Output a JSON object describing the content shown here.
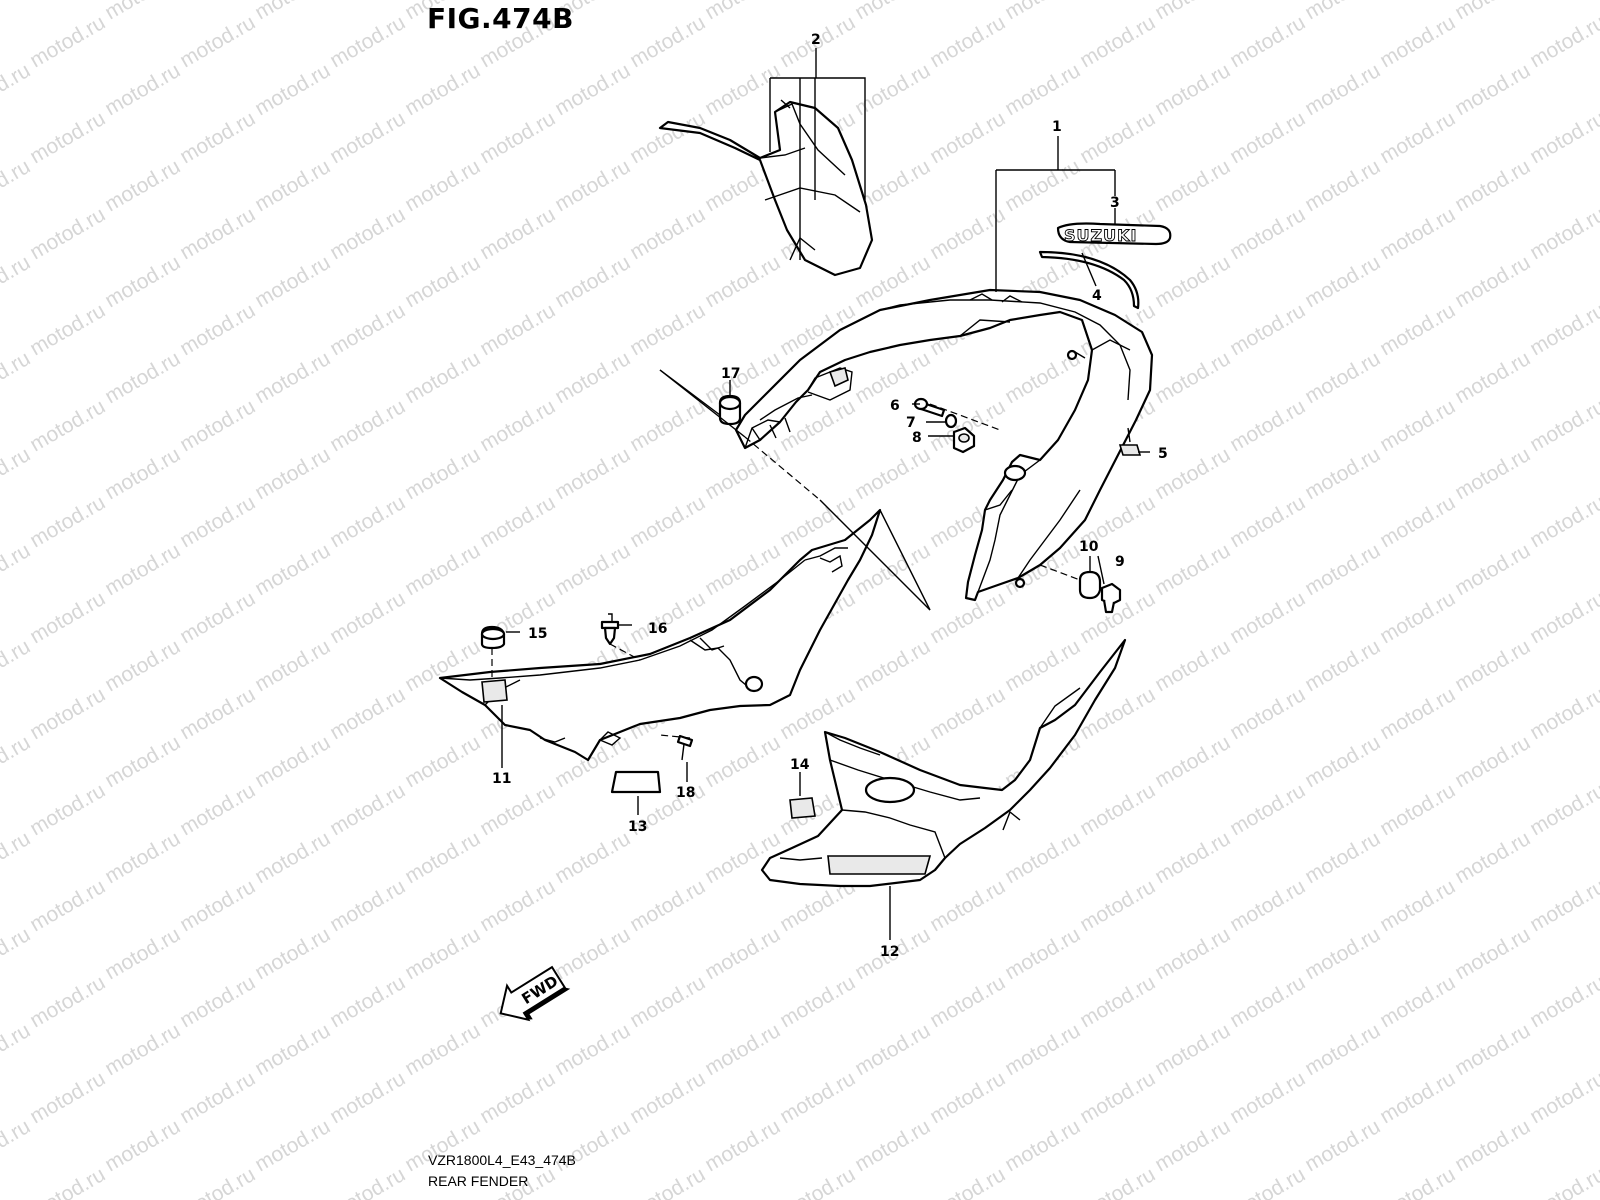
{
  "figure": {
    "title": "FIG.474B",
    "model_code": "VZR1800L4_E43_474B",
    "group_name": "REAR FENDER"
  },
  "emblem_text": "SUZUKI",
  "fwd_label": "FWD",
  "watermark": "motod.ru",
  "callouts": [
    "1",
    "2",
    "3",
    "4",
    "5",
    "6",
    "7",
    "8",
    "9",
    "10",
    "11",
    "12",
    "13",
    "14",
    "15",
    "16",
    "17",
    "18"
  ]
}
